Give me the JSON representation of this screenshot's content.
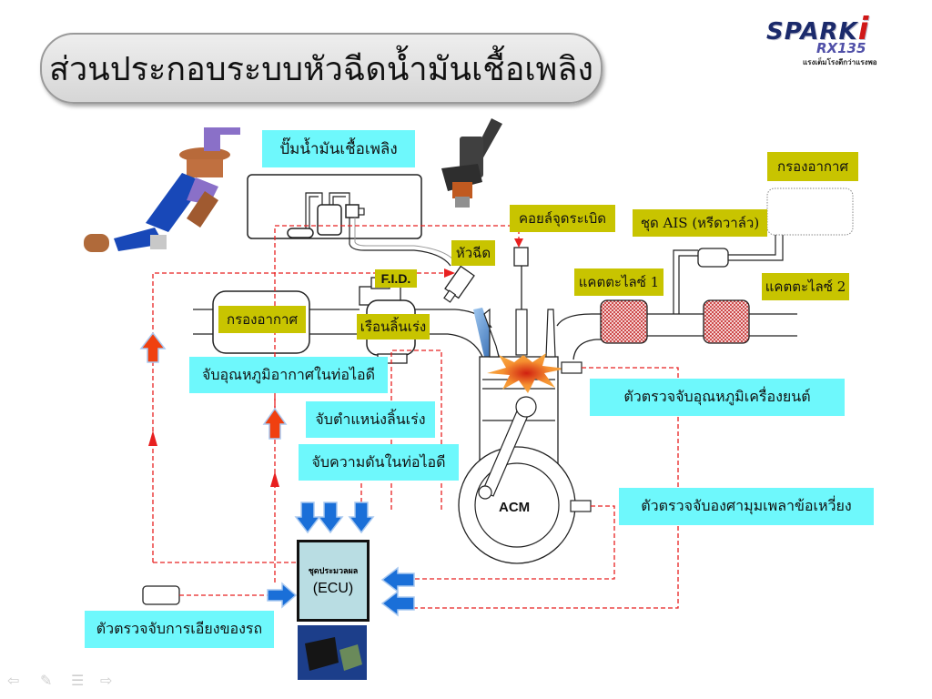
{
  "slide": {
    "title": "ส่วนประกอบระบบหัวฉีดน้ำมันเชื้อเพลิง",
    "logo": {
      "main": "SPARK",
      "accent": "i",
      "model": "RX135",
      "tagline": "แรงเต็มโรงดีกว่าแรงพอ"
    }
  },
  "labels": {
    "fuel_pump": "ปั๊มน้ำมันเชื้อเพลิง",
    "injector": "หัวฉีด",
    "ignition_coil": "คอยล์จุดระเบิด",
    "air_filter_top": "กรองอากาศ",
    "ais": "ชุด AIS (หรีดวาล์ว)",
    "catalyst_1": "แคตตะไลซ์ 1",
    "catalyst_2": "แคตตะไลซ์ 2",
    "fid": "F.I.D.",
    "air_filter_left": "กรองอากาศ",
    "throttle_body": "เรือนลิ้นเร่ง",
    "intake_air_temp": "จับอุณหภูมิอากาศในท่อไอดี",
    "throttle_position": "จับตำแหน่งลิ้นเร่ง",
    "intake_pressure": "จับความดันในท่อไอดี",
    "engine_temp_sensor": "ตัวตรวจจับอุณหภูมิเครื่องยนต์",
    "crank_angle_sensor": "ตัวตรวจจับองศามุมเพลาข้อเหวี่ยง",
    "tilt_sensor": "ตัวตรวจจับการเอียงของรถ",
    "acm": "ACM",
    "ecu_line1": "ชุดประมวลผล",
    "ecu_line2": "(ECU)"
  },
  "nav": {
    "prev": "⇦",
    "pen": "✎",
    "menu": "☰",
    "next": "⇨"
  },
  "colors": {
    "yellow_label": "#c8c400",
    "cyan_label": "#6ef8fc",
    "signal_line": "#e82020",
    "ecu_fill": "#b9dde3",
    "blue_arrow": "#1a6fd8",
    "orange_arrow": "#f04010"
  }
}
